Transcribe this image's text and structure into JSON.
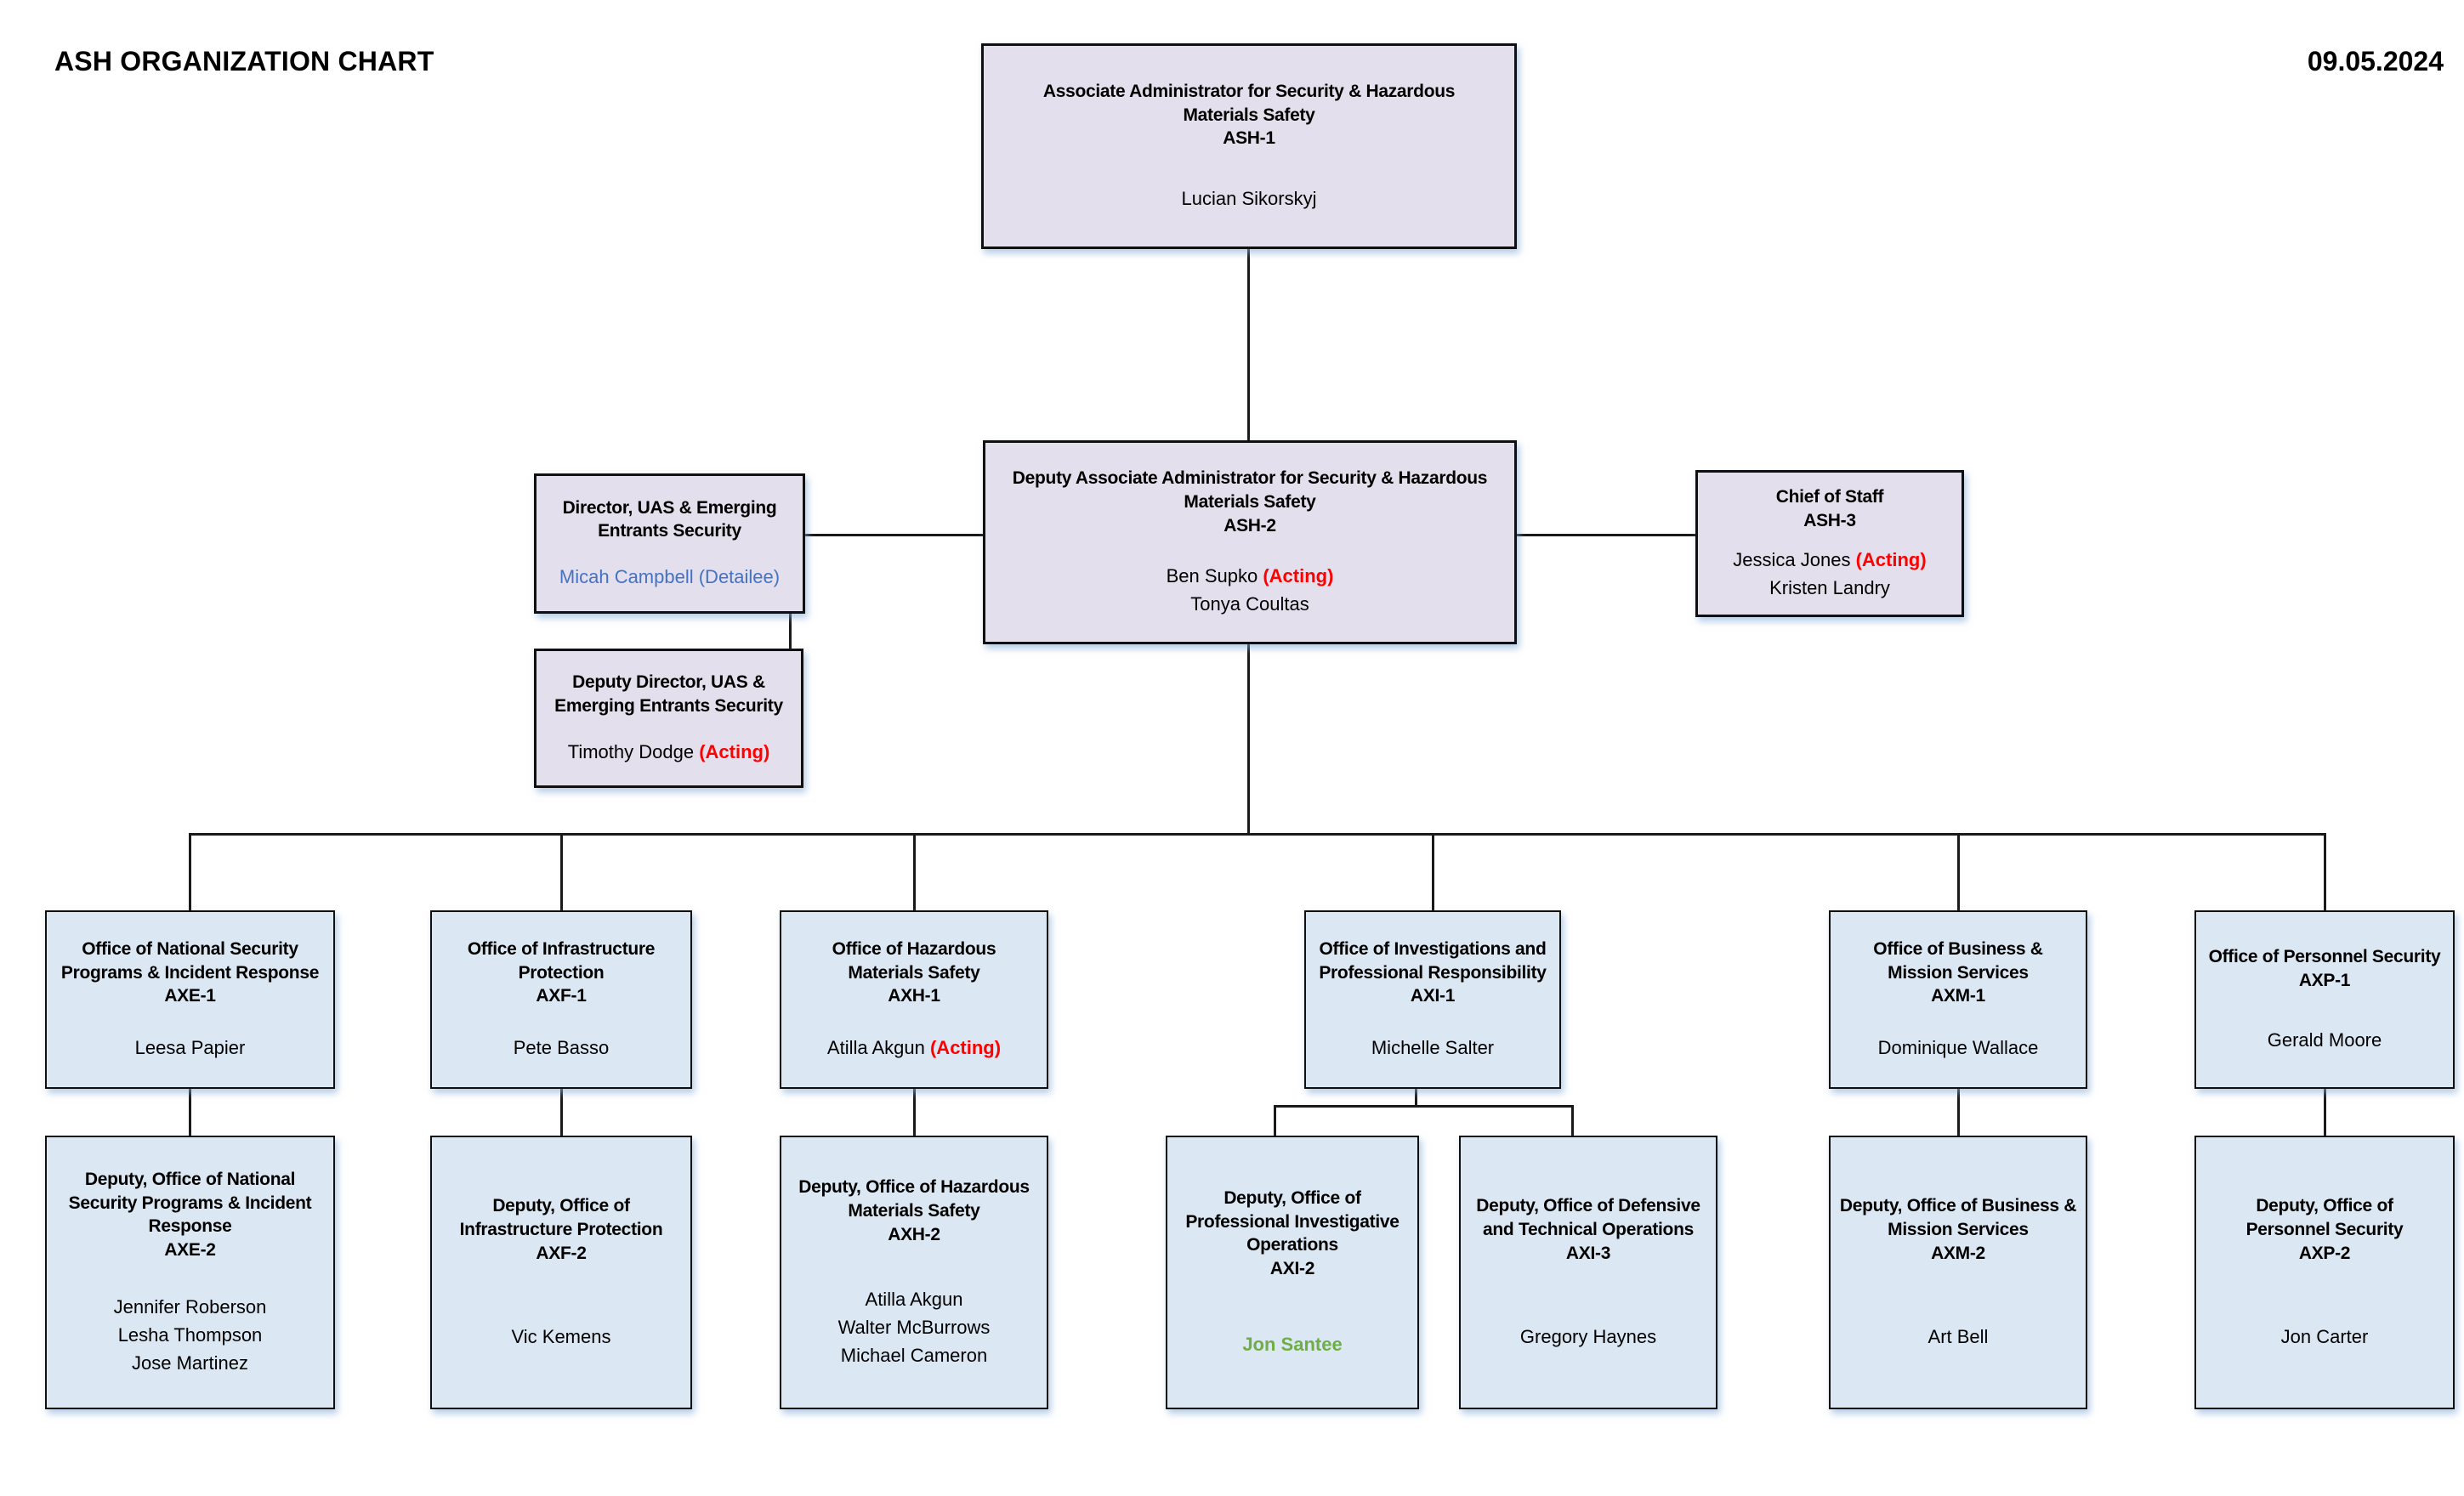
{
  "header": {
    "title": "ASH ORGANIZATION CHART",
    "date": "09.05.2024"
  },
  "colors": {
    "executive_box_fill": "#E4DFEC",
    "office_box_fill": "#DBE8F4",
    "box_border": "#101010",
    "connector": "#1A1A1A",
    "acting_text": "#FF0000",
    "detailee_text": "#4472C4",
    "highlight_name_text": "#6FAD46"
  },
  "boxes": {
    "ash1": {
      "title": "Associate Administrator for Security & Hazardous\nMaterials Safety\nASH-1",
      "name1": "Lucian Sikorskyj"
    },
    "ash2": {
      "title": "Deputy Associate Administrator for Security & Hazardous\nMaterials Safety\nASH-2",
      "name1": "Ben Supko ",
      "name1_status": "(Acting)",
      "name2": "Tonya Coultas"
    },
    "uas_director": {
      "title": "Director,  UAS & Emerging\nEntrants Security",
      "name1": "Micah Campbell (Detailee)"
    },
    "uas_deputy_director": {
      "title": "Deputy Director, UAS &\nEmerging Entrants Security",
      "name1": "Timothy Dodge ",
      "name1_status": "(Acting)"
    },
    "chief_of_staff": {
      "title": "Chief of Staff\nASH-3",
      "name1": "Jessica Jones ",
      "name1_status": "(Acting)",
      "name2": "Kristen Landry"
    },
    "axe1": {
      "title": "Office of National Security\nPrograms & Incident Response\nAXE-1",
      "name1": "Leesa Papier"
    },
    "axf1": {
      "title": "Office of Infrastructure\nProtection\nAXF-1",
      "name1": "Pete Basso"
    },
    "axh1": {
      "title": "Office of Hazardous\nMaterials Safety\nAXH-1",
      "name1": "Atilla Akgun ",
      "name1_status": "(Acting)"
    },
    "axi1": {
      "title": "Office of Investigations and\nProfessional Responsibility\nAXI-1",
      "name1": "Michelle Salter"
    },
    "axm1": {
      "title": "Office of Business &\nMission Services\nAXM-1",
      "name1": "Dominique Wallace"
    },
    "axp1": {
      "title": "Office of Personnel Security\nAXP-1",
      "name1": "Gerald Moore"
    },
    "axe2": {
      "title": "Deputy, Office of National\nSecurity Programs & Incident\nResponse\nAXE-2",
      "name1": "Jennifer Roberson",
      "name2": "Lesha Thompson",
      "name3": "Jose Martinez"
    },
    "axf2": {
      "title": "Deputy, Office of\nInfrastructure Protection\nAXF-2",
      "name1": "Vic Kemens"
    },
    "axh2": {
      "title": "Deputy, Office of Hazardous\nMaterials Safety\nAXH-2",
      "name1": "Atilla Akgun",
      "name2": "Walter McBurrows",
      "name3": "Michael Cameron"
    },
    "axi2": {
      "title": "Deputy, Office of\nProfessional Investigative\nOperations\nAXI-2",
      "name1": "Jon Santee"
    },
    "axi3": {
      "title": "Deputy, Office of Defensive\nand Technical Operations\nAXI-3",
      "name1": "Gregory Haynes"
    },
    "axm2": {
      "title": "Deputy, Office of Business &\nMission Services\nAXM-2",
      "name1": "Art Bell"
    },
    "axp2": {
      "title": "Deputy, Office of\nPersonnel Security\nAXP-2",
      "name1": "Jon Carter"
    }
  }
}
